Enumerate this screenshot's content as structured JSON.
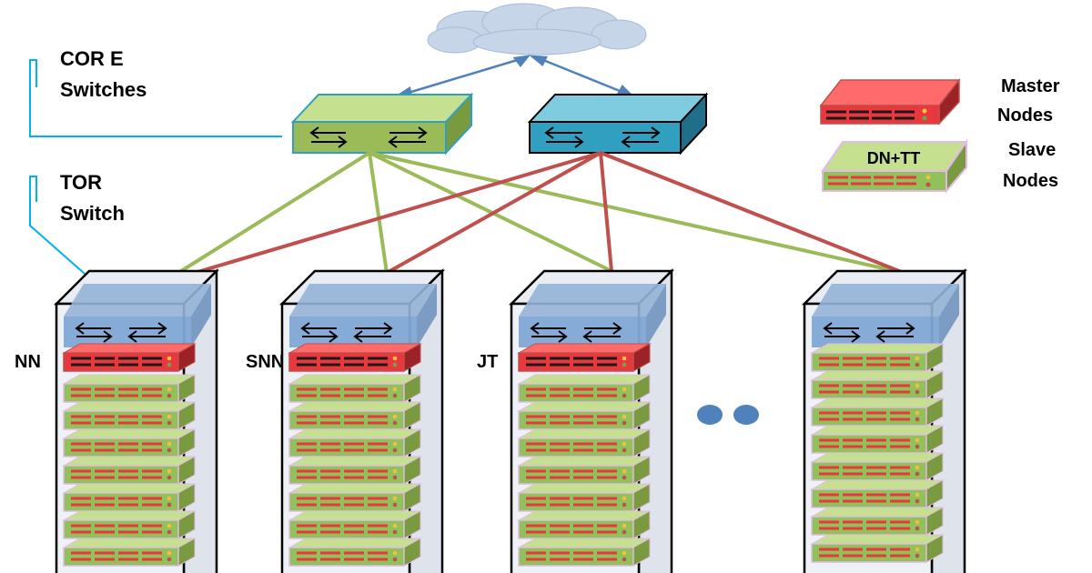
{
  "labels": {
    "core_line1": "COR E",
    "core_line2": "Switches",
    "tor_line1": "TOR",
    "tor_line2": "Switch"
  },
  "legend": {
    "master_line1": "Master",
    "master_line2": "Nodes",
    "slave_badge": "DN+TT",
    "slave_line1": "Slave",
    "slave_line2": "Nodes"
  },
  "racks": [
    {
      "id": "nn",
      "label": "NN",
      "has_master": true
    },
    {
      "id": "snn",
      "label": "SNN",
      "has_master": true
    },
    {
      "id": "jt",
      "label": "JT",
      "has_master": true
    },
    {
      "id": "last",
      "label": "",
      "has_master": false
    }
  ],
  "colors": {
    "core_left": "#9bbb59",
    "core_right": "#31a0c0",
    "link_green": "#9bbb59",
    "link_red": "#c0504d",
    "arrow_blue": "#4f81bd",
    "bracket": "#00b0f0",
    "master": "#e8383d",
    "slave": "#92c05a",
    "ellipsis": "#4f81bd"
  }
}
